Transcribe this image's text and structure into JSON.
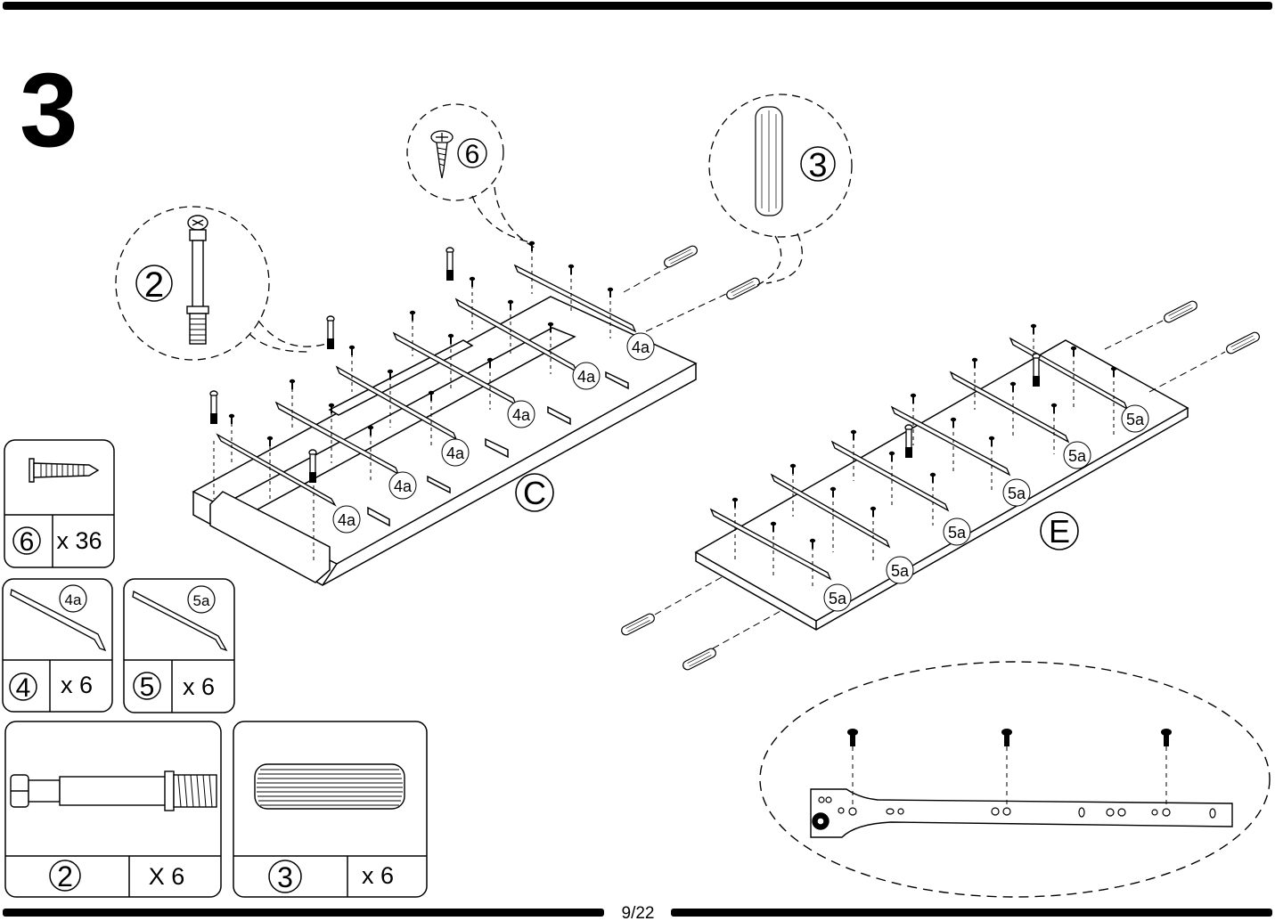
{
  "step_number": "3",
  "page_number": "9/22",
  "panels": {
    "left": "C",
    "right": "E"
  },
  "callouts": {
    "cam_bolt": "2",
    "screw": "6",
    "dowel": "3",
    "slide_left": "4a",
    "slide_right": "5a"
  },
  "parts": [
    {
      "part": "6",
      "qty": "x 36",
      "icon": "screw-icon"
    },
    {
      "part": "4",
      "qty": "x 6",
      "icon": "slide-rail-4a-icon",
      "variant": "4a"
    },
    {
      "part": "5",
      "qty": "x 6",
      "icon": "slide-rail-5a-icon",
      "variant": "5a"
    },
    {
      "part": "2",
      "qty": "X 6",
      "icon": "cam-bolt-icon"
    },
    {
      "part": "3",
      "qty": "x 6",
      "icon": "dowel-icon"
    }
  ]
}
